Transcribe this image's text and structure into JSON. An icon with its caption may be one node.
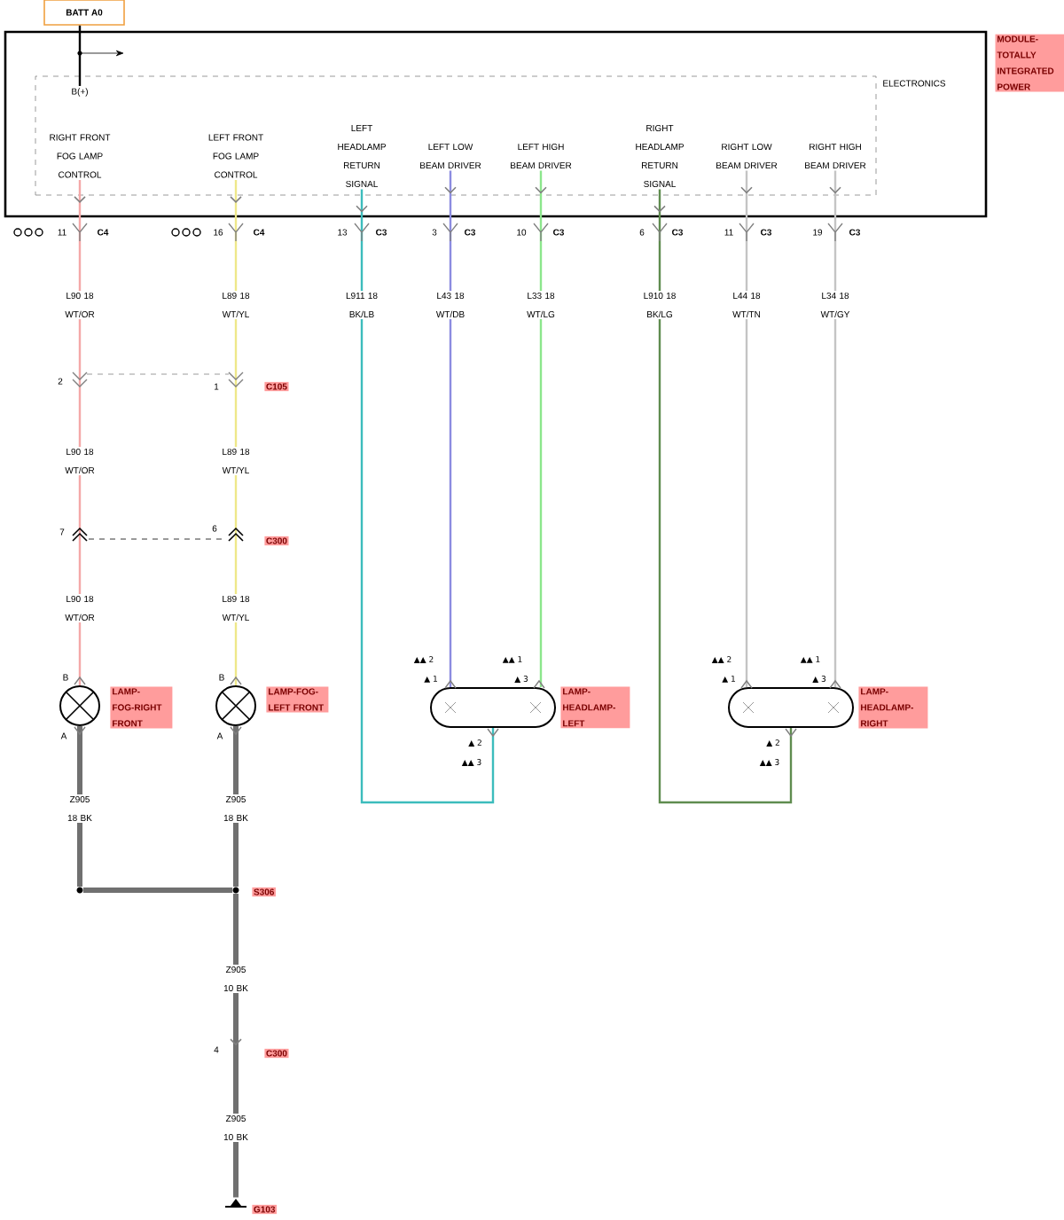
{
  "diagram": {
    "nodes": [
      {
        "text": [
          "BATT A0"
        ]
      },
      {
        "text": [
          "MODULE-TOTALLY INTEGRATED POWER"
        ]
      },
      {
        "text": [
          "ELECTRONICS"
        ],
        "in": 1
      },
      {
        "text": [
          "B(+)"
        ],
        "in": 2
      },
      {
        "text": [
          "RIGHT FRONT FOG LAMP CONTROL"
        ],
        "in": 2
      },
      {
        "text": [
          "LEFT FRONT FOG LAMP CONTROL"
        ],
        "in": 2
      },
      {
        "text": [
          "LEFT HEADLAMP RETURN SIGNAL"
        ],
        "in": 2
      },
      {
        "text": [
          "LEFT LOW BEAM DRIVER"
        ],
        "in": 2
      },
      {
        "text": [
          "LEFT HIGH BEAM DRIVER"
        ],
        "in": 2
      },
      {
        "text": [
          "RIGHT HEADLAMP RETURN SIGNAL"
        ],
        "in": 2
      },
      {
        "text": [
          "RIGHT LOW BEAM DRIVER"
        ],
        "in": 2
      },
      {
        "text": [
          "RIGHT HIGH BEAM DRIVER"
        ],
        "in": 2
      },
      {
        "text": [
          "LAMP-FOG-RIGHT FRONT"
        ],
        "beside": [
          "B",
          "A"
        ]
      },
      {
        "text": [
          "LAMP-FOG-LEFT FRONT"
        ],
        "beside": [
          "B",
          "A"
        ]
      },
      {
        "text": [
          "LAMP-HEADLAMP-LEFT"
        ],
        "beside": [
          "▲▲ 2",
          "▲ 1",
          "▲▲ 1",
          "▲ 3",
          "▲ 2",
          "▲▲ 3"
        ]
      },
      {
        "text": [
          "LAMP-HEADLAMP-RIGHT"
        ],
        "beside": [
          "▲▲ 2",
          "▲ 1",
          "▲▲ 1",
          "▲ 3",
          "▲ 2",
          "▲▲ 3"
        ]
      },
      {
        "text": [],
        "shape": "circle"
      },
      {
        "text": [
          "S306"
        ]
      },
      {
        "text": [
          "G103"
        ]
      }
    ],
    "edges": [
      {
        "from": 0,
        "to": 3,
        "arrow": "none",
        "color": "#000000"
      },
      {
        "from": 4,
        "to": 12,
        "arrow": "to",
        "color": "#f4a8a8"
      },
      {
        "from": 5,
        "to": 13,
        "arrow": "to",
        "color": "#eee88a"
      },
      {
        "from": 6,
        "to": 14,
        "arrow": "to",
        "color": "#3cbcbc"
      },
      {
        "from": 7,
        "to": 14,
        "arrow": "to",
        "color": "#8c8ce0"
      },
      {
        "from": 8,
        "to": 14,
        "arrow": "to",
        "color": "#8ce68c"
      },
      {
        "from": 9,
        "to": 15,
        "arrow": "to",
        "color": "#5f8c4f"
      },
      {
        "from": 10,
        "to": 15,
        "arrow": "to",
        "color": "#c4c4c4"
      },
      {
        "from": 11,
        "to": 15,
        "arrow": "to",
        "color": "#c4c4c4"
      },
      {
        "from": 12,
        "to": 16,
        "arrow": "none",
        "style": "thick",
        "color": "#707070"
      },
      {
        "from": 13,
        "to": 17,
        "arrow": "none",
        "style": "thick",
        "color": "#707070"
      },
      {
        "from": 16,
        "to": 17,
        "arrow": "none",
        "style": "thick",
        "color": "#707070"
      },
      {
        "from": 17,
        "to": 18,
        "arrow": "to",
        "style": "thick",
        "color": "#707070"
      }
    ],
    "labels": [
      "11",
      "C4",
      "16",
      "C4",
      "13",
      "C3",
      "3",
      "C3",
      "10",
      "C3",
      "6",
      "C3",
      "11",
      "C3",
      "19",
      "C3",
      "L90 18 WT/OR",
      "L89 18 WT/YL",
      "L911 18 BK/LB",
      "L43 18 WT/DB",
      "L33 18 WT/LG",
      "L910 18 BK/LG",
      "L44 18 WT/TN",
      "L34 18 WT/GY",
      "2",
      "1",
      "C105",
      "L90 18 WT/OR",
      "L89 18 WT/YL",
      "7",
      "6",
      "C300",
      "L90 18 WT/OR",
      "L89 18 WT/YL",
      "Z905 18 BK",
      "Z905 18 BK",
      "Z905 10 BK",
      "4",
      "C300",
      "Z905 10 BK"
    ]
  }
}
